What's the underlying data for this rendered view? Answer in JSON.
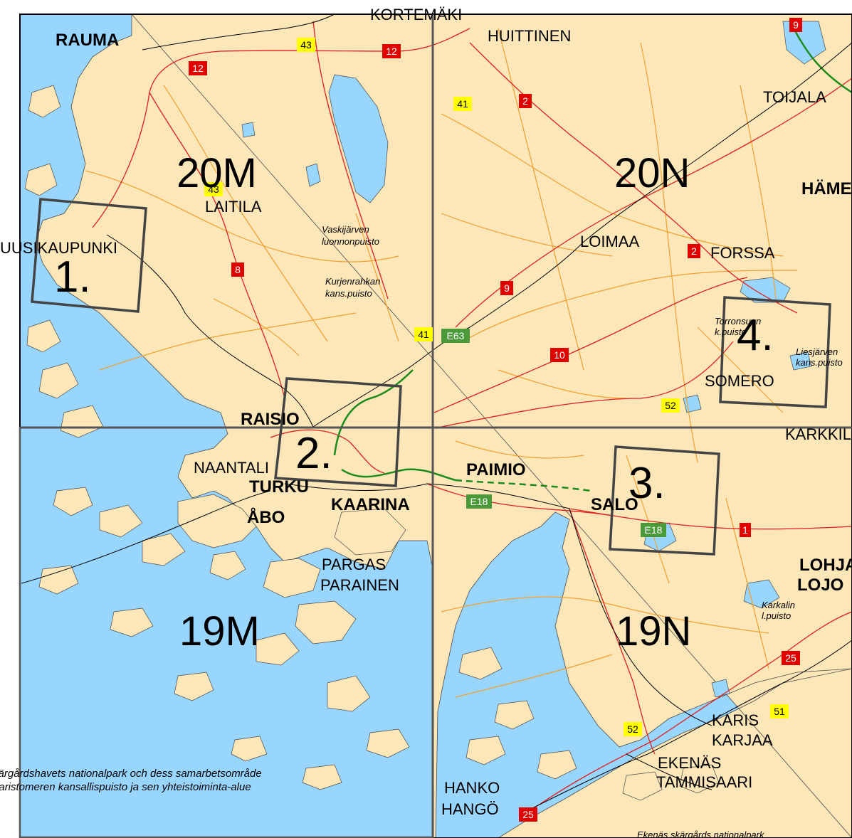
{
  "sheets": [
    "20M",
    "20N",
    "19M",
    "19N"
  ],
  "areas": [
    "1.",
    "2.",
    "3.",
    "4."
  ],
  "places": {
    "rauma": "RAUMA",
    "kortemaki": "KORTEMÄKI",
    "huittinen": "HUITTINEN",
    "toijala": "TOIJALA",
    "uusikaupunki": "UUSIKAUPUNKI",
    "laitila": "LAITILA",
    "loimaa": "LOIMAA",
    "forssa": "FORSSA",
    "hameenlinna": "HÄMEENLINNA",
    "somero": "SOMERO",
    "karkkila": "KARKKILA",
    "raisio": "RAISIO",
    "naantali": "NAANTALI",
    "turku": "TURKU",
    "abo": "ÅBO",
    "kaarina": "KAARINA",
    "paimio": "PAIMIO",
    "salo": "SALO",
    "pargas": "PARGAS",
    "parainen": "PARAINEN",
    "lohja": "LOHJA",
    "lojo": "LOJO",
    "karis": "KARIS",
    "karjaa": "KARJAA",
    "ekenas": "EKENÄS",
    "tammisaari": "TAMMISAARI",
    "hanko": "HANKO",
    "hango": "HANGÖ"
  },
  "parks": {
    "vaskijarvi": [
      "Vaskijärven",
      "luonnonpuisto"
    ],
    "kurjenrahka": [
      "Kurjenrahkan",
      "kans.puisto"
    ],
    "torronsuo": [
      "Torronsuon",
      "k.puisto"
    ],
    "liesjarvi": [
      "Liesjärven",
      "kans.puisto"
    ],
    "karkali": [
      "Karkalin",
      "l.puisto"
    ],
    "skargard_sv": "Skärgårdshavets nationalpark och dess samarbetsområde",
    "skargard_fi": "Saaristomeren kansallispuisto ja sen yhteistoiminta-alue",
    "ekenas_park": "Ekenäs skärgårds nationalpark"
  },
  "roads": {
    "r12a": "12",
    "r12b": "12",
    "r43a": "43",
    "r43b": "43",
    "r41a": "41",
    "r41b": "41",
    "r2a": "2",
    "r2b": "2",
    "r8": "8",
    "r9": "9",
    "r9top": "9",
    "r10": "10",
    "e63": "E63",
    "r52a": "52",
    "r52b": "52",
    "e18a": "E18",
    "e18b": "E18",
    "r1": "1",
    "r25a": "25",
    "r25b": "25",
    "r51": "51"
  },
  "colors": {
    "land": "#fde6b8",
    "water": "#99d6ff",
    "main_road": "#e02020",
    "road": "#f0a030",
    "motorway": "#1a8a1a",
    "rail": "#000000",
    "grid": "#555555",
    "red_shield": "#e00000",
    "yellow_shield": "#ffff00",
    "green_shield": "#4a9a3a"
  }
}
